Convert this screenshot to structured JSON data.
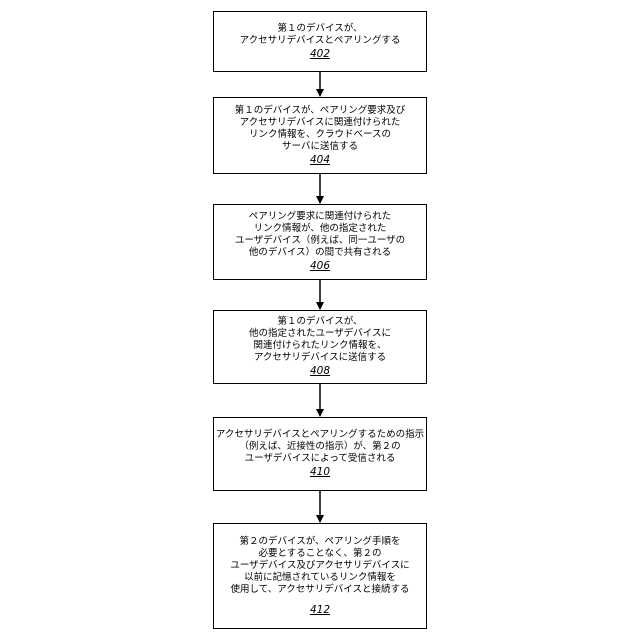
{
  "flowchart": {
    "steps": [
      {
        "lines": [
          "第１のデバイスが、",
          "アクセサリデバイスとペアリングする"
        ],
        "ref": "402"
      },
      {
        "lines": [
          "第１のデバイスが、ペアリング要求及び",
          "アクセサリデバイスに関連付けられた",
          "リンク情報を、クラウドベースの",
          "サーバに送信する"
        ],
        "ref": "404"
      },
      {
        "lines": [
          "ペアリング要求に関連付けられた",
          "リンク情報が、他の指定された",
          "ユーザデバイス（例えば、同一ユーザの",
          "他のデバイス）の間で共有される"
        ],
        "ref": "406"
      },
      {
        "lines": [
          "第１のデバイスが、",
          "他の指定されたユーザデバイスに",
          "関連付けられたリンク情報を、",
          "アクセサリデバイスに送信する"
        ],
        "ref": "408"
      },
      {
        "lines": [
          "アクセサリデバイスとペアリングするための指示",
          "（例えば、近接性の指示）が、第２の",
          "ユーザデバイスによって受信される"
        ],
        "ref": "410"
      },
      {
        "lines": [
          "第２のデバイスが、ペアリング手順を",
          "必要とすることなく、第２の",
          "ユーザデバイス及びアクセサリデバイスに",
          "以前に記憶されているリンク情報を",
          "使用して、アクセサリデバイスと接続する"
        ],
        "ref": "412"
      }
    ]
  }
}
